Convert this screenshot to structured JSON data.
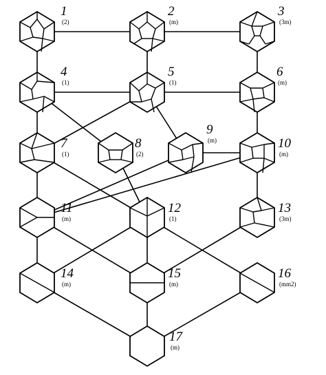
{
  "nodes": [
    {
      "id": "1",
      "label": "1",
      "symmetry": "(2)"
    },
    {
      "id": "2",
      "label": "2",
      "symmetry": "(m)"
    },
    {
      "id": "3",
      "label": "3",
      "symmetry": "(3m)"
    },
    {
      "id": "4",
      "label": "4",
      "symmetry": "(1)"
    },
    {
      "id": "5",
      "label": "5",
      "symmetry": "(1)"
    },
    {
      "id": "6",
      "label": "6",
      "symmetry": "(m)"
    },
    {
      "id": "7",
      "label": "7",
      "symmetry": "(1)"
    },
    {
      "id": "8",
      "label": "8",
      "symmetry": "(2)"
    },
    {
      "id": "9",
      "label": "9",
      "symmetry": "(m)"
    },
    {
      "id": "10",
      "label": "10",
      "symmetry": "(m)"
    },
    {
      "id": "11",
      "label": "11",
      "symmetry": "(m)"
    },
    {
      "id": "12",
      "label": "12",
      "symmetry": "(1)"
    },
    {
      "id": "13",
      "label": "13",
      "symmetry": "(3m)"
    },
    {
      "id": "14",
      "label": "14",
      "symmetry": "(m)"
    },
    {
      "id": "15",
      "label": "15",
      "symmetry": "(m)"
    },
    {
      "id": "16",
      "label": "16",
      "symmetry": "(mm2)"
    },
    {
      "id": "17",
      "label": "17",
      "symmetry": "(m)"
    }
  ],
  "edges": [
    [
      "1",
      "2"
    ],
    [
      "2",
      "3"
    ],
    [
      "1",
      "4"
    ],
    [
      "2",
      "5"
    ],
    [
      "3",
      "6"
    ],
    [
      "4",
      "5"
    ],
    [
      "5",
      "6"
    ],
    [
      "4",
      "7"
    ],
    [
      "4",
      "8"
    ],
    [
      "5",
      "7"
    ],
    [
      "5",
      "9"
    ],
    [
      "6",
      "10"
    ],
    [
      "9",
      "10"
    ],
    [
      "7",
      "11"
    ],
    [
      "7",
      "12"
    ],
    [
      "8",
      "12"
    ],
    [
      "9",
      "11"
    ],
    [
      "10",
      "11"
    ],
    [
      "10",
      "13"
    ],
    [
      "11",
      "14"
    ],
    [
      "11",
      "15"
    ],
    [
      "12",
      "14"
    ],
    [
      "12",
      "15"
    ],
    [
      "12",
      "16"
    ],
    [
      "13",
      "15"
    ],
    [
      "14",
      "17"
    ],
    [
      "15",
      "17"
    ],
    [
      "16",
      "17"
    ]
  ]
}
